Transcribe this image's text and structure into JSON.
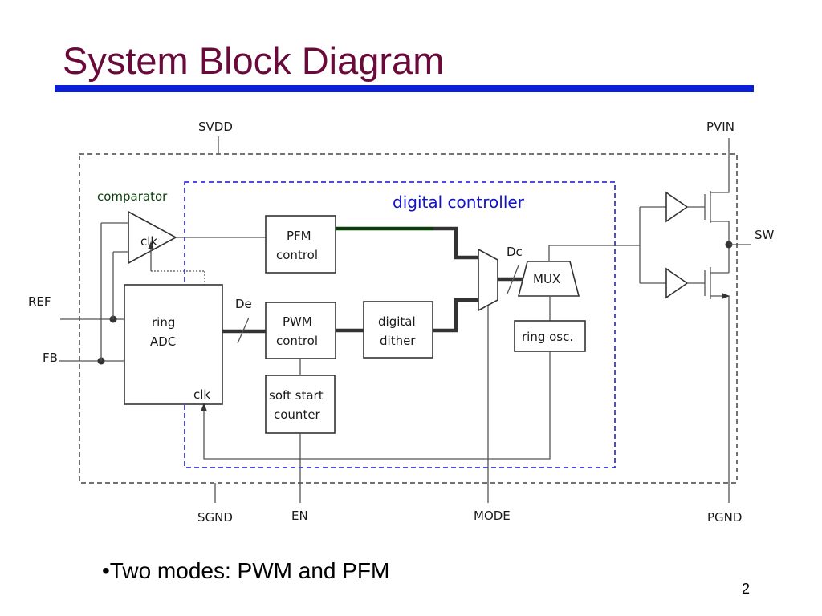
{
  "title": "System Block Diagram",
  "bullet": "•Two modes: PWM and PFM",
  "page_number": "2",
  "colors": {
    "title": "#6a0a3a",
    "title_rule": "#0a1fd6",
    "digital_controller_border": "#1212c8",
    "pfm_bus": "#0b3d0b"
  },
  "diagram": {
    "pins": {
      "svdd": "SVDD",
      "pvin": "PVIN",
      "sw": "SW",
      "ref": "REF",
      "fb": "FB",
      "sgnd": "SGND",
      "en": "EN",
      "mode": "MODE",
      "pgnd": "PGND"
    },
    "digital_controller_label": "digital controller",
    "comparator": {
      "label": "comparator",
      "clk": "clk"
    },
    "ring_adc": {
      "line1": "ring",
      "line2": "ADC",
      "clk": "clk"
    },
    "pfm_control": {
      "line1": "PFM",
      "line2": "control"
    },
    "pwm_control": {
      "line1": "PWM",
      "line2": "control"
    },
    "digital_dither": {
      "line1": "digital",
      "line2": "dither"
    },
    "soft_start_counter": {
      "line1": "soft start",
      "line2": "counter"
    },
    "mux": "MUX",
    "ring_osc": "ring osc.",
    "signals": {
      "de": "De",
      "dc": "Dc"
    }
  }
}
